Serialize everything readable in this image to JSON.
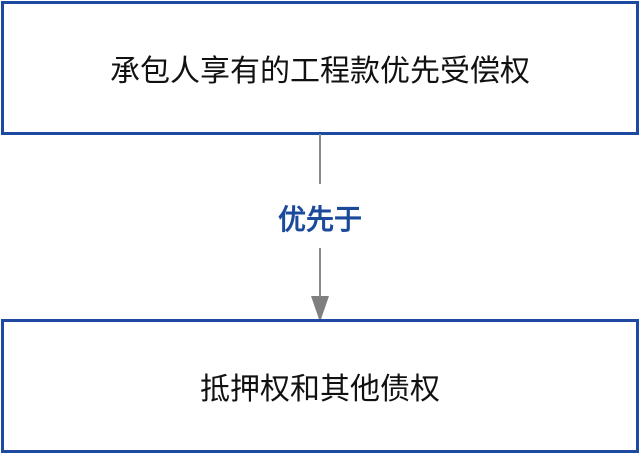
{
  "diagram": {
    "top_node": {
      "label": "承包人享有的工程款优先受偿权"
    },
    "edge": {
      "label": "优先于",
      "color": "#1b4a9b"
    },
    "bottom_node": {
      "label": "抵押权和其他债权"
    },
    "colors": {
      "border": "#1d4aa0",
      "arrow": "#808080",
      "text": "#111111"
    }
  }
}
